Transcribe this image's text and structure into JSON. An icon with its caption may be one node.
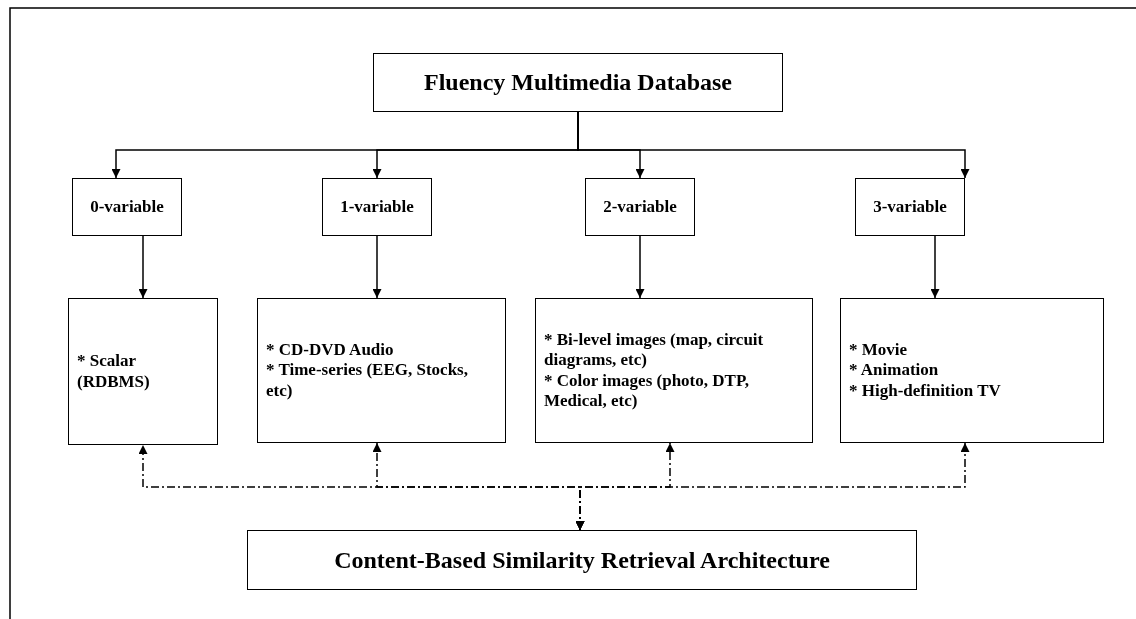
{
  "diagram": {
    "nodes": [
      {
        "text": [
          "Fluency Multimedia Database"
        ]
      },
      {
        "text": [
          "0-variable"
        ]
      },
      {
        "text": [
          "1-variable"
        ]
      },
      {
        "text": [
          "2-variable"
        ]
      },
      {
        "text": [
          "3-variable"
        ]
      },
      {
        "text": [
          "* Scalar (RDBMS)"
        ]
      },
      {
        "text": [
          "* CD-DVD Audio",
          "* Time-series (EEG, Stocks, etc)"
        ]
      },
      {
        "text": [
          "* Bi-level images (map, circuit diagrams, etc)",
          "* Color images (photo, DTP, Medical, etc)"
        ]
      },
      {
        "text": [
          "* Movie",
          "* Animation",
          "* High-definition TV"
        ]
      },
      {
        "text": [
          "Content-Based Similarity Retrieval Architecture"
        ]
      }
    ],
    "edges": [
      {
        "from": 0,
        "to": 1,
        "arrow": "to"
      },
      {
        "from": 0,
        "to": 2,
        "arrow": "to"
      },
      {
        "from": 0,
        "to": 3,
        "arrow": "to"
      },
      {
        "from": 0,
        "to": 4,
        "arrow": "to"
      },
      {
        "from": 1,
        "to": 5,
        "arrow": "to"
      },
      {
        "from": 2,
        "to": 6,
        "arrow": "to"
      },
      {
        "from": 3,
        "to": 7,
        "arrow": "to"
      },
      {
        "from": 4,
        "to": 8,
        "arrow": "to"
      },
      {
        "from": 9,
        "to": 5,
        "arrow": "both",
        "style": "dashed"
      },
      {
        "from": 9,
        "to": 6,
        "arrow": "both",
        "style": "dashed"
      },
      {
        "from": 9,
        "to": 7,
        "arrow": "both",
        "style": "dashed"
      },
      {
        "from": 9,
        "to": 8,
        "arrow": "both",
        "style": "dashed"
      }
    ]
  }
}
